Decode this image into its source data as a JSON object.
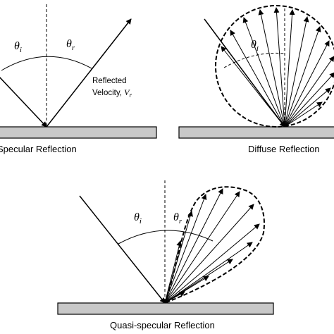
{
  "panels": {
    "specular": {
      "caption": "Specular Reflection",
      "theta_i": "θ",
      "theta_i_sub": "i",
      "theta_r": "θ",
      "theta_r_sub": "r",
      "velocity_line1": "Reflected",
      "velocity_line2": "Velocity, ",
      "velocity_symbol": "V",
      "velocity_sub": "r"
    },
    "diffuse": {
      "caption": "Diffuse Reflection",
      "theta_i": "θ",
      "theta_i_sub": "i"
    },
    "quasi": {
      "caption": "Quasi-specular Reflection",
      "theta_i": "θ",
      "theta_i_sub": "i",
      "theta_r": "θ",
      "theta_r_sub": "r"
    }
  }
}
